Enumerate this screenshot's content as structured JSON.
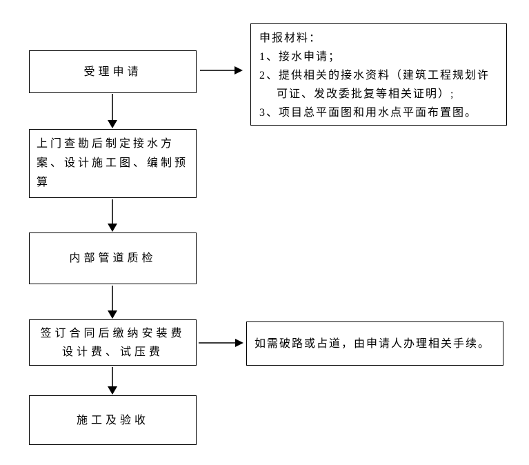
{
  "page": {
    "background": "#ffffff",
    "line_color": "#000000",
    "language": "zh-CN"
  },
  "flowchart": {
    "steps": {
      "step1": {
        "label": "受理申请"
      },
      "step2": {
        "lines": [
          "上门查勘后制定接水方",
          "案、设计施工图、编制预",
          "算"
        ]
      },
      "step3": {
        "label": "内部管道质检"
      },
      "step4": {
        "lines": [
          "签订合同后缴纳安装费",
          "设计费、试压费"
        ]
      },
      "step5": {
        "label": "施工及验收"
      }
    },
    "notes": {
      "materials": {
        "lines": [
          "申报材料：",
          "1、接水申请；",
          "2、提供相关的接水资料（建筑工程规划许",
          "可证、发改委批复等相关证明）;",
          "3、项目总平面图和用水点平面布置图。"
        ]
      },
      "road": {
        "label": "如需破路或占道，由申请人办理相关手续。"
      }
    }
  }
}
